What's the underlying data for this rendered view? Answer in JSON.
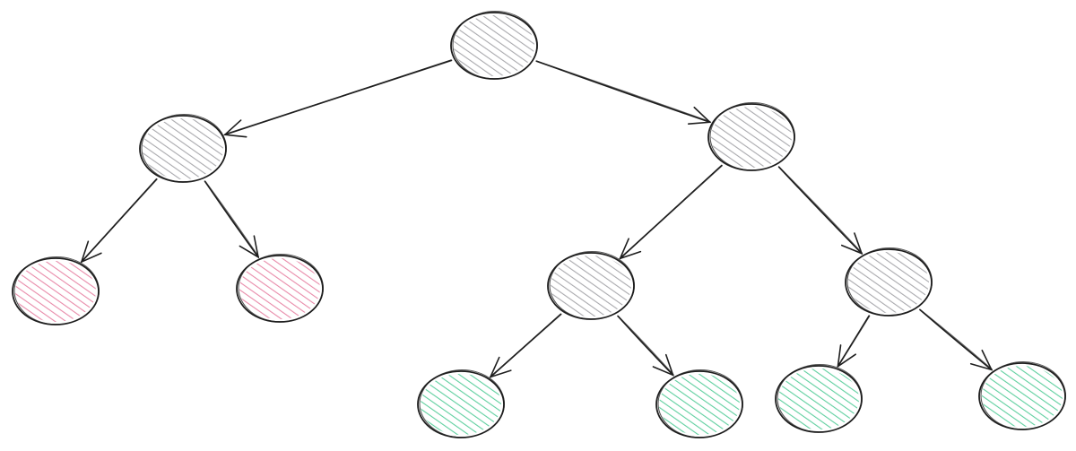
{
  "diagram": {
    "kind": "binary-tree",
    "colors": {
      "stroke": "#1e1e1e",
      "gray": "#a9a9ad",
      "pink": "#e88aa9",
      "green": "#5fcf9f"
    },
    "nodes": [
      {
        "id": "root",
        "color": "gray"
      },
      {
        "id": "left",
        "color": "gray"
      },
      {
        "id": "right",
        "color": "gray"
      },
      {
        "id": "left-left",
        "color": "pink"
      },
      {
        "id": "left-right",
        "color": "pink"
      },
      {
        "id": "right-left",
        "color": "gray"
      },
      {
        "id": "right-right",
        "color": "gray"
      },
      {
        "id": "right-left-left",
        "color": "green"
      },
      {
        "id": "right-left-right",
        "color": "green"
      },
      {
        "id": "right-right-left",
        "color": "green"
      },
      {
        "id": "right-right-right",
        "color": "green"
      }
    ],
    "edges": [
      {
        "from": "root",
        "to": "left"
      },
      {
        "from": "root",
        "to": "right"
      },
      {
        "from": "left",
        "to": "left-left"
      },
      {
        "from": "left",
        "to": "left-right"
      },
      {
        "from": "right",
        "to": "right-left"
      },
      {
        "from": "right",
        "to": "right-right"
      },
      {
        "from": "right-left",
        "to": "right-left-left"
      },
      {
        "from": "right-left",
        "to": "right-left-right"
      },
      {
        "from": "right-right",
        "to": "right-right-left"
      },
      {
        "from": "right-right",
        "to": "right-right-right"
      }
    ]
  }
}
